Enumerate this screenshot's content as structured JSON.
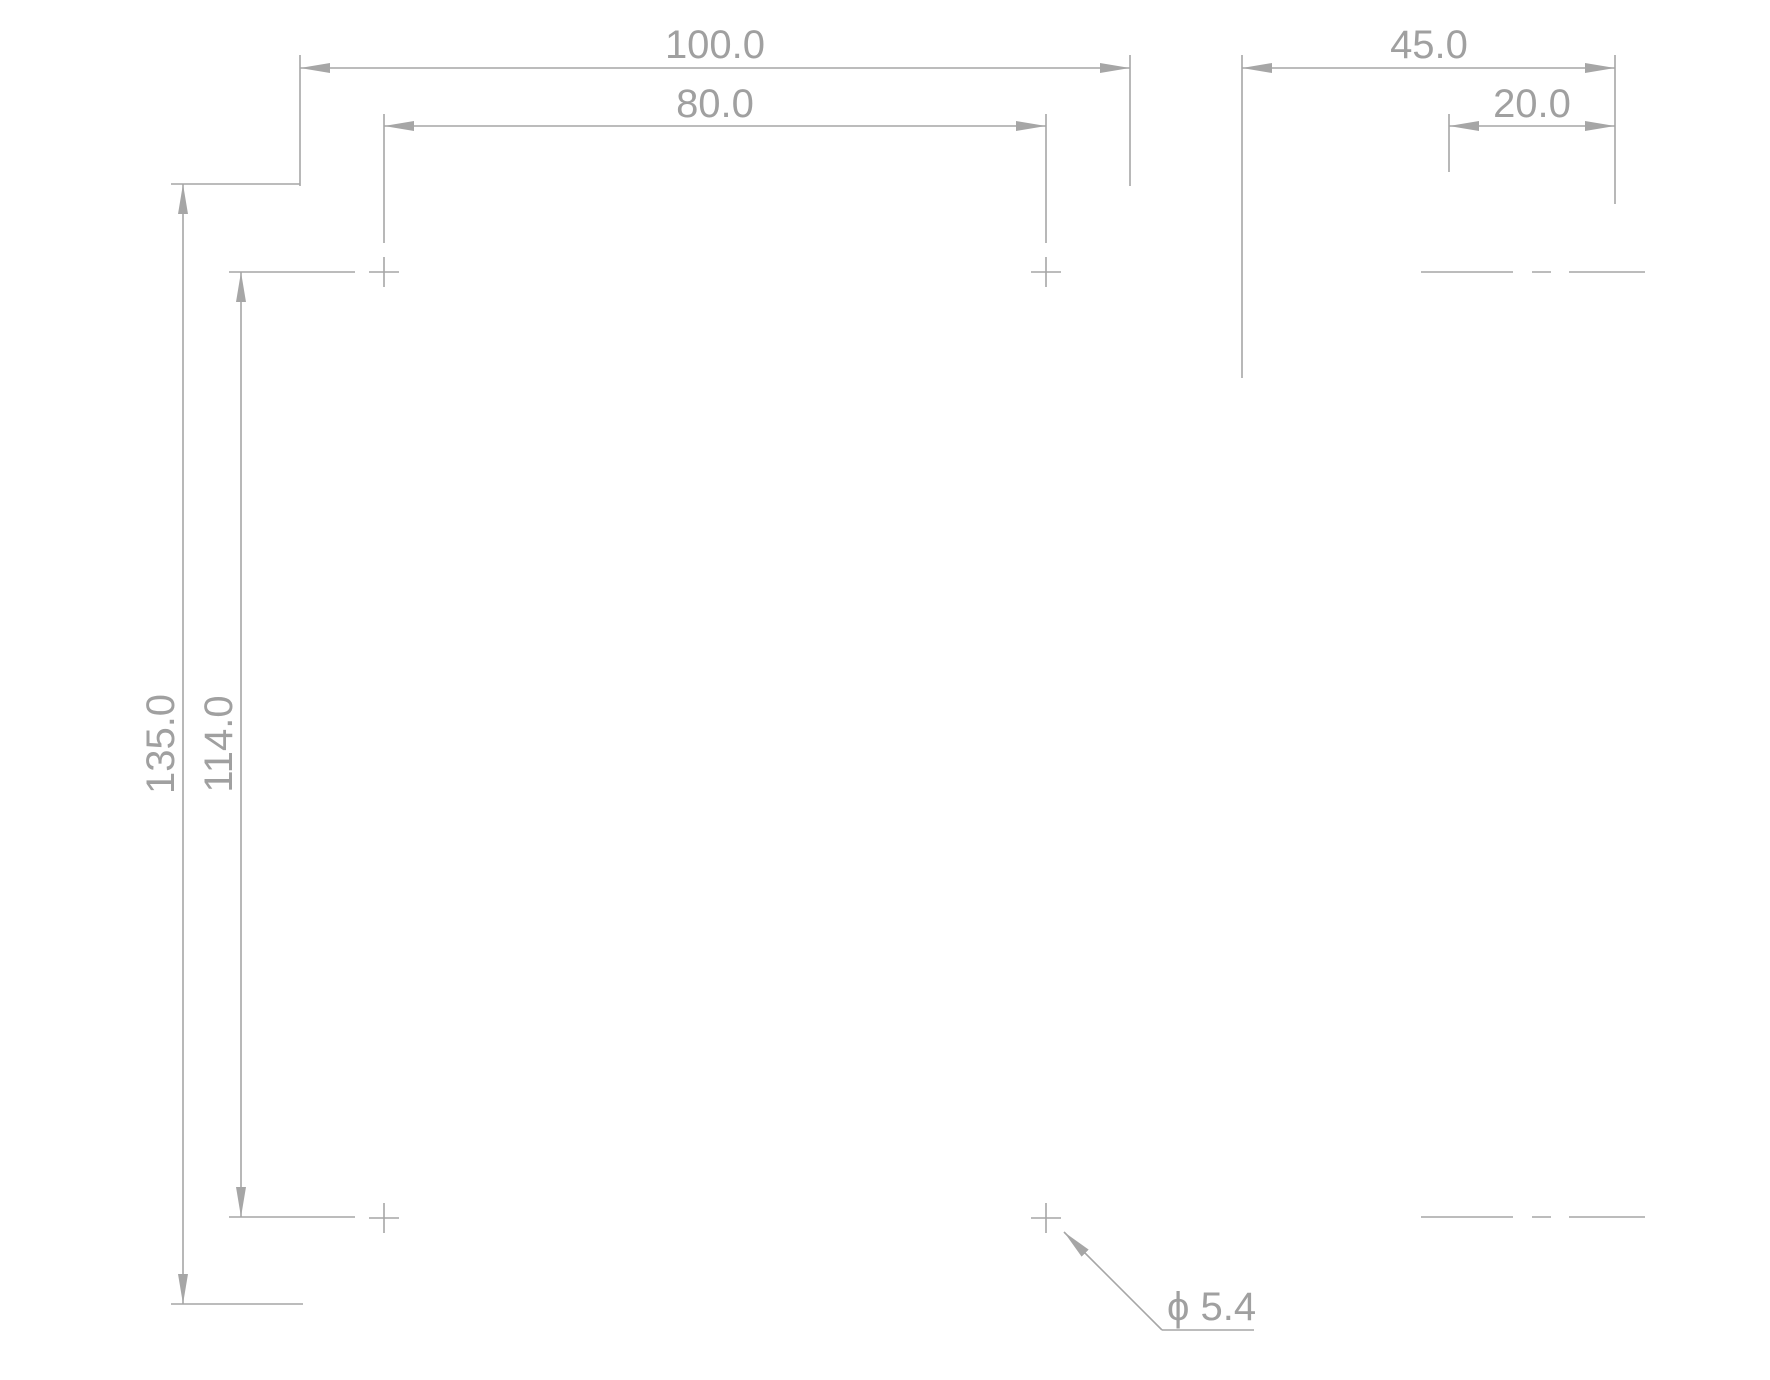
{
  "drawing": {
    "dimensions": {
      "overall_width": "100.0",
      "hole_spacing_horizontal": "80.0",
      "overall_depth": "45.0",
      "flange_depth": "20.0",
      "overall_height": "135.0",
      "hole_spacing_vertical": "114.0"
    },
    "hole_diameter": "ϕ 5.4",
    "colors": {
      "line": "#a6a6a6",
      "text": "#a0a0a0",
      "background": "#ffffff"
    }
  }
}
